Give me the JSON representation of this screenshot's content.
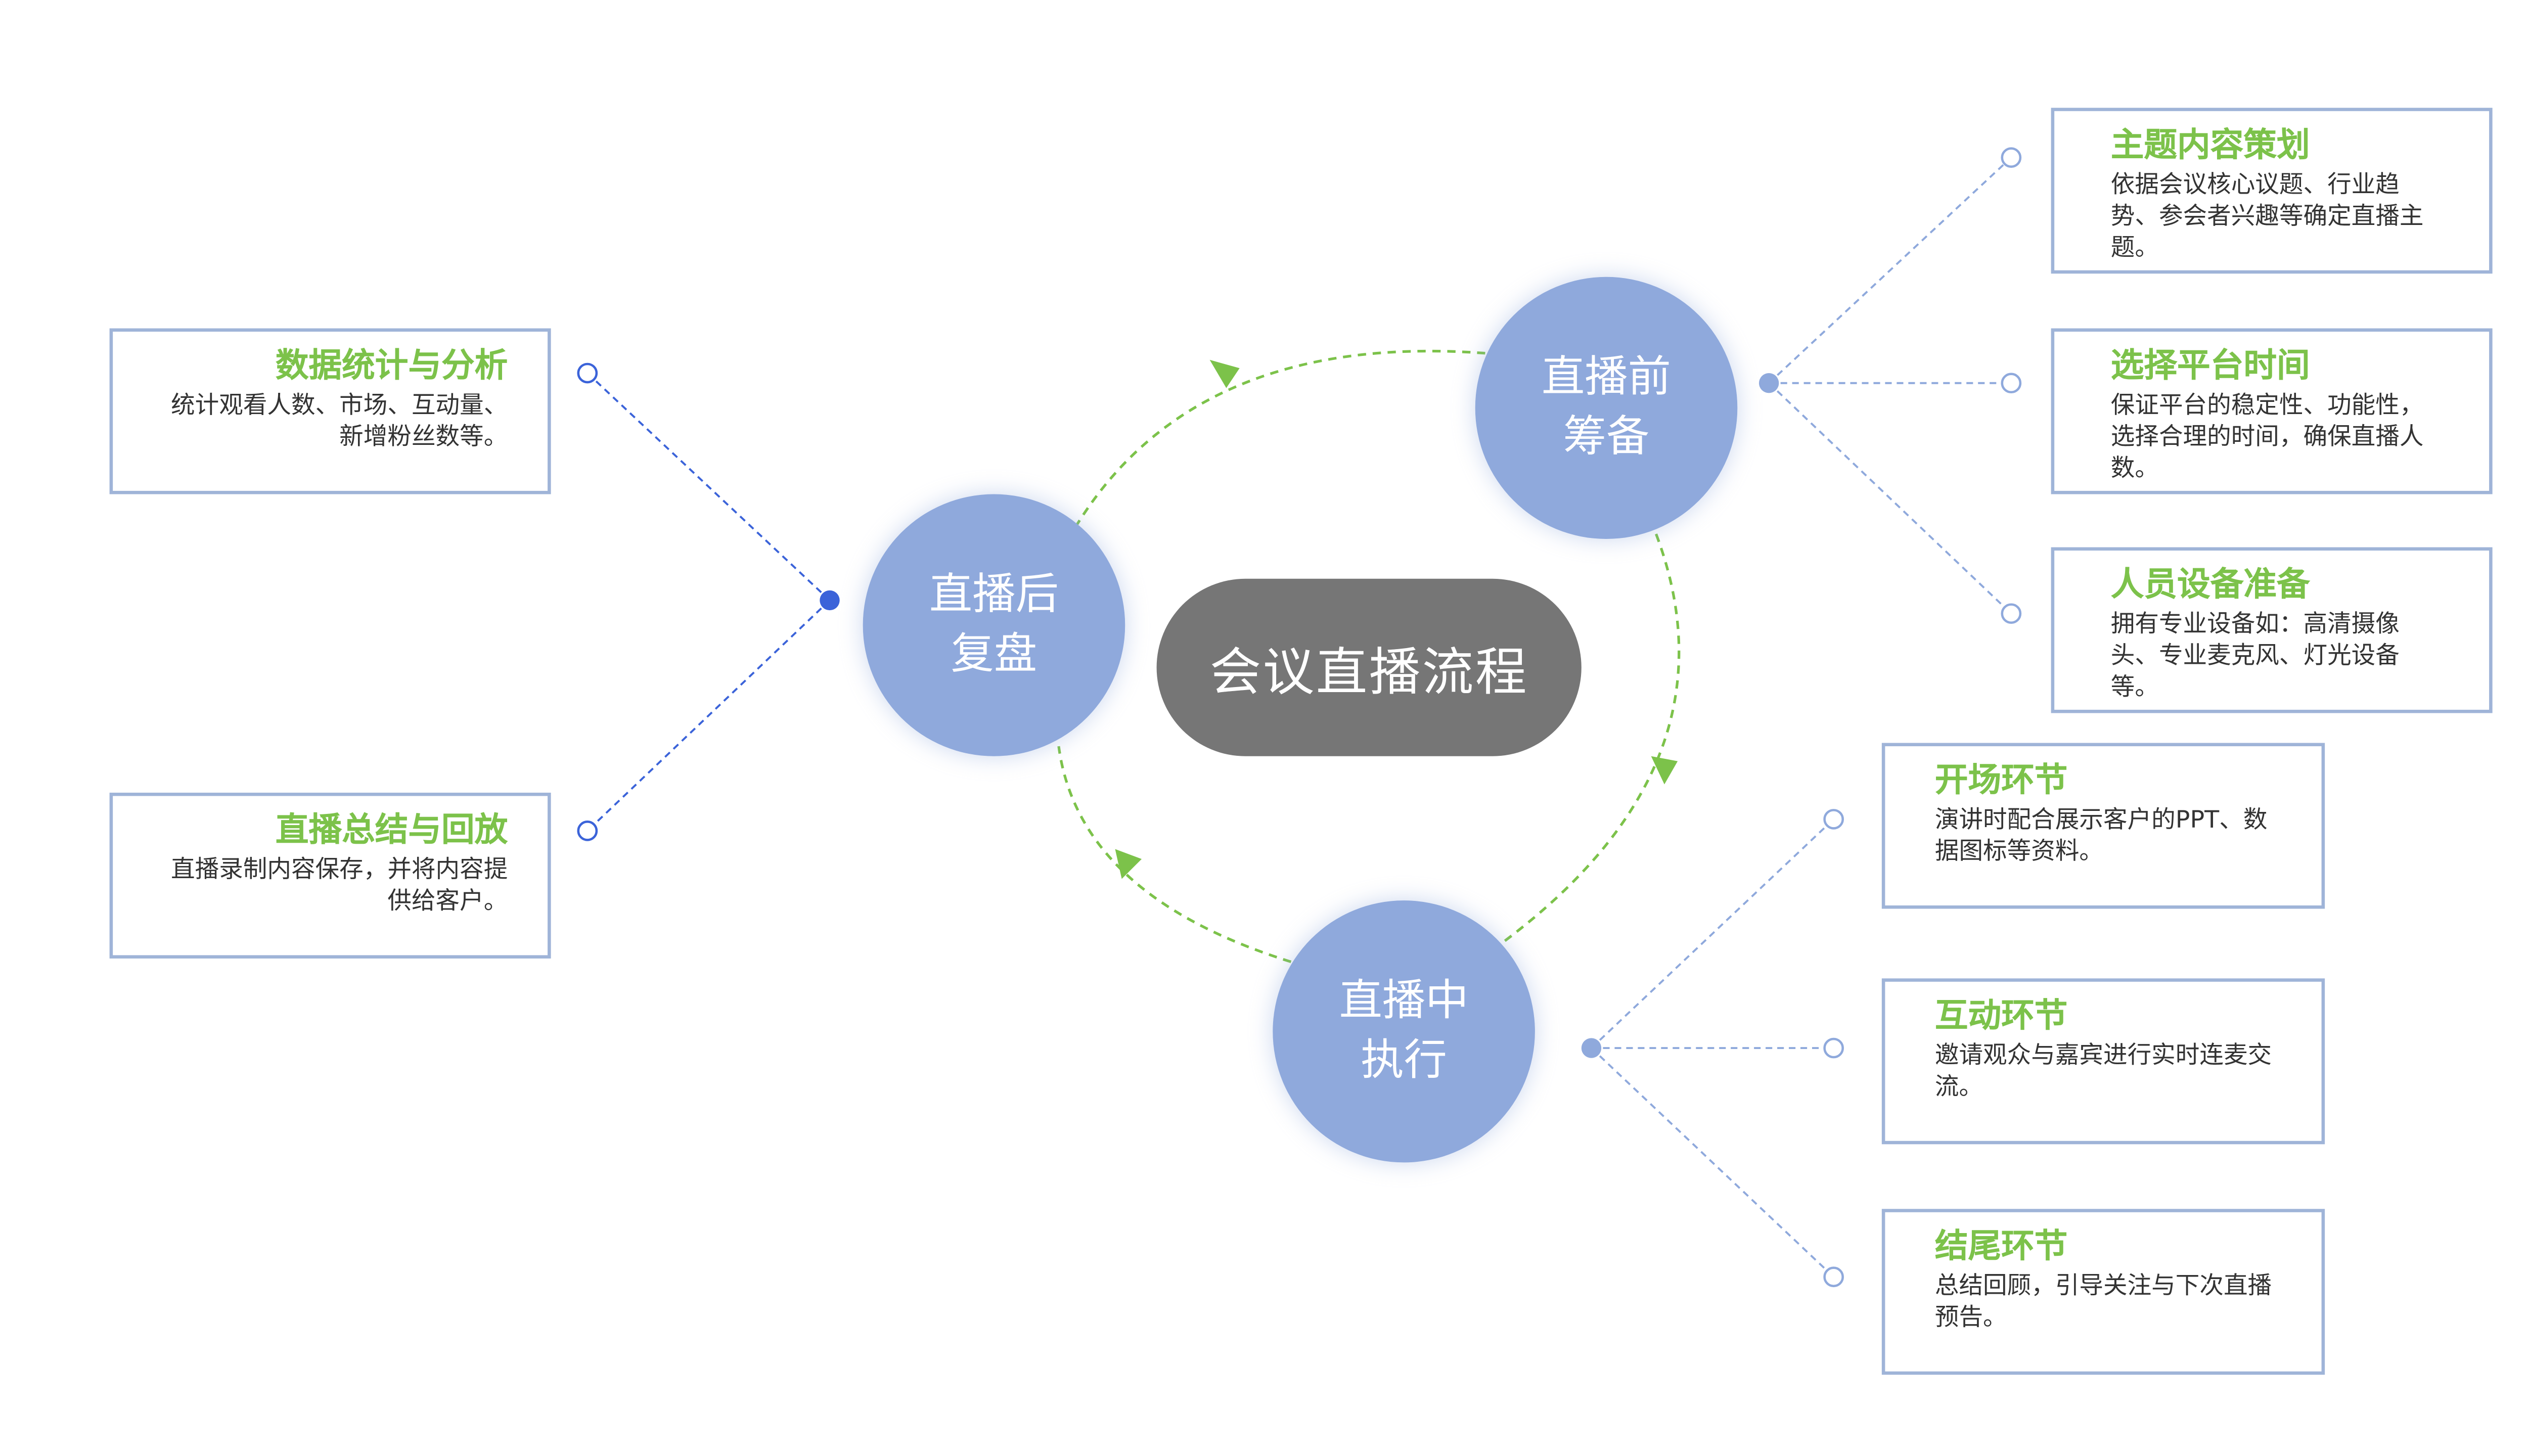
{
  "center": {
    "label": "会议直播流程"
  },
  "stages": {
    "pre": {
      "line1": "直播前",
      "line2": "筹备"
    },
    "during": {
      "line1": "直播中",
      "line2": "执行"
    },
    "post": {
      "line1": "直播后",
      "line2": "复盘"
    }
  },
  "pre_items": [
    {
      "title": "主题内容策划",
      "desc": "依据会议核心议题、行业趋势、参会者兴趣等确定直播主题。"
    },
    {
      "title": "选择平台时间",
      "desc": "保证平台的稳定性、功能性，选择合理的时间，确保直播人数。"
    },
    {
      "title": "人员设备准备",
      "desc": "拥有专业设备如：高清摄像头、专业麦克风、灯光设备等。"
    }
  ],
  "during_items": [
    {
      "title": "开场环节",
      "desc": "演讲时配合展示客户的PPT、数据图标等资料。"
    },
    {
      "title": "互动环节",
      "desc": "邀请观众与嘉宾进行实时连麦交流。"
    },
    {
      "title": "结尾环节",
      "desc": "总结回顾，引导关注与下次直播预告。"
    }
  ],
  "post_items": [
    {
      "title": "数据统计与分析",
      "desc": "统计观看人数、市场、互动量、新增粉丝数等。"
    },
    {
      "title": "直播总结与回放",
      "desc": "直播录制内容保存，并将内容提供给客户。"
    }
  ],
  "colors": {
    "stage_fill": "#8fa9dc",
    "center_fill": "#767676",
    "card_title": "#7cc24a",
    "card_border": "#9fb4d8",
    "cycle_arrow": "#7cc24a",
    "connector": "#8fa9dc",
    "connector_post": "#3b63d9"
  }
}
